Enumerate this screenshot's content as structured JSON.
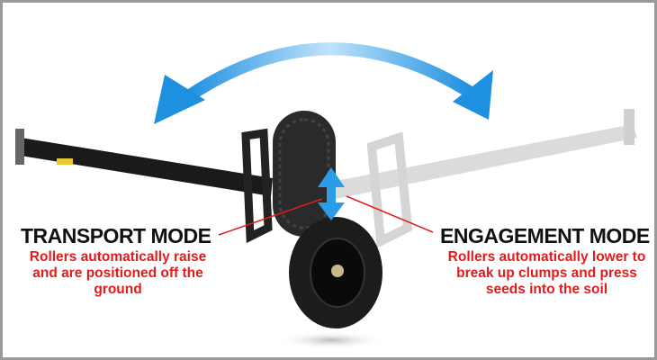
{
  "transport": {
    "title": "TRANSPORT MODE",
    "description": "Rollers automatically raise and are positioned off the ground"
  },
  "engagement": {
    "title": "ENGAGEMENT MODE",
    "description": "Rollers automatically lower to break up clumps and press seeds into the soil"
  },
  "colors": {
    "arrow": "#2a9de6",
    "label_red": "#e31b1b",
    "border": "#9a9a9a"
  }
}
